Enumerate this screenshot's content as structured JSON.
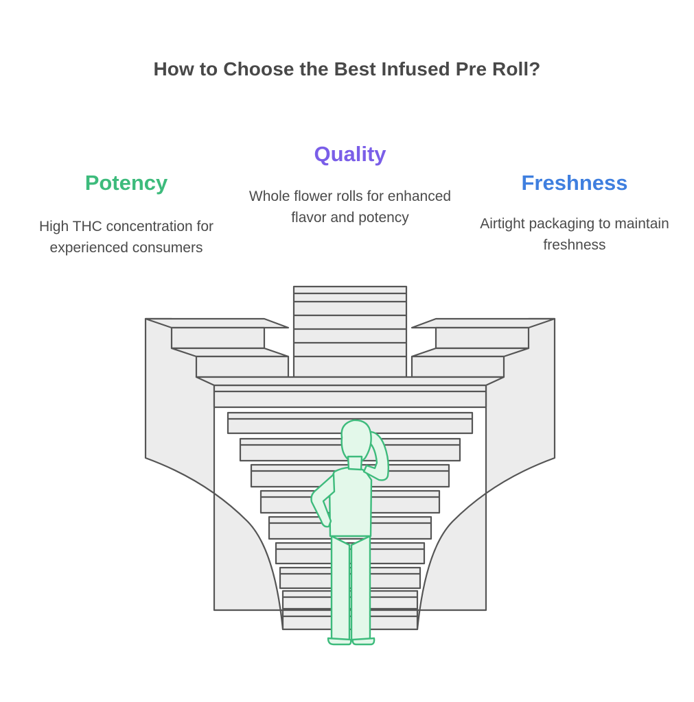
{
  "title": "How to Choose the Best Infused Pre Roll?",
  "columns": [
    {
      "heading": "Potency",
      "description": "High THC concentration for experienced consumers",
      "color": "#3dbb7c"
    },
    {
      "heading": "Quality",
      "description": "Whole flower rolls for enhanced flavor and potency",
      "color": "#7a5ee8"
    },
    {
      "heading": "Freshness",
      "description": "Airtight packaging to maintain freshness",
      "color": "#3f7fdf"
    }
  ],
  "illustration": {
    "stair_fill": "#ececec",
    "stair_stroke": "#555555",
    "figure_fill": "#e3f8ea",
    "figure_stroke": "#3dbb7c",
    "figure_icon": "thinking-person-icon"
  }
}
